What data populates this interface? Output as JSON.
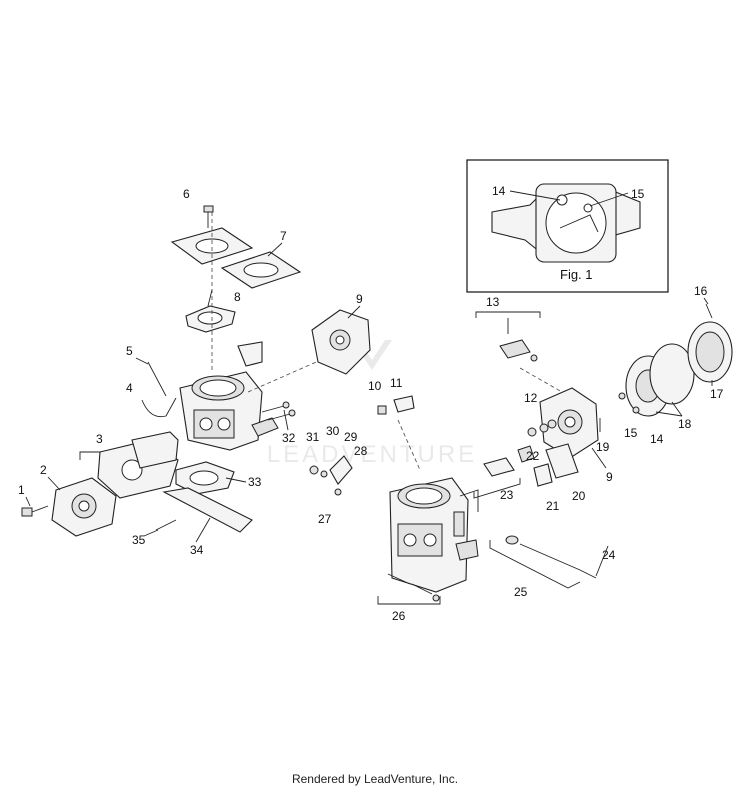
{
  "footer": {
    "credit": "Rendered by LeadVenture, Inc."
  },
  "watermark": {
    "text": "LEADVENTURE"
  },
  "inset": {
    "caption": "Fig. 1",
    "callouts": [
      "14",
      "15"
    ]
  },
  "callouts": [
    {
      "id": "1",
      "text": "1"
    },
    {
      "id": "2",
      "text": "2"
    },
    {
      "id": "3",
      "text": "3"
    },
    {
      "id": "4",
      "text": "4"
    },
    {
      "id": "5",
      "text": "5"
    },
    {
      "id": "6",
      "text": "6"
    },
    {
      "id": "7",
      "text": "7"
    },
    {
      "id": "8",
      "text": "8"
    },
    {
      "id": "9a",
      "text": "9"
    },
    {
      "id": "9b",
      "text": "9"
    },
    {
      "id": "10",
      "text": "10"
    },
    {
      "id": "11",
      "text": "11"
    },
    {
      "id": "12",
      "text": "12"
    },
    {
      "id": "13",
      "text": "13"
    },
    {
      "id": "14",
      "text": "14"
    },
    {
      "id": "15",
      "text": "15"
    },
    {
      "id": "16",
      "text": "16"
    },
    {
      "id": "17",
      "text": "17"
    },
    {
      "id": "18",
      "text": "18"
    },
    {
      "id": "19",
      "text": "19"
    },
    {
      "id": "20",
      "text": "20"
    },
    {
      "id": "21",
      "text": "21"
    },
    {
      "id": "22",
      "text": "22"
    },
    {
      "id": "23",
      "text": "23"
    },
    {
      "id": "24",
      "text": "24"
    },
    {
      "id": "25",
      "text": "25"
    },
    {
      "id": "26",
      "text": "26"
    },
    {
      "id": "27",
      "text": "27"
    },
    {
      "id": "28",
      "text": "28"
    },
    {
      "id": "29",
      "text": "29"
    },
    {
      "id": "30",
      "text": "30"
    },
    {
      "id": "31",
      "text": "31"
    },
    {
      "id": "32",
      "text": "32"
    },
    {
      "id": "33",
      "text": "33"
    },
    {
      "id": "34",
      "text": "34"
    },
    {
      "id": "35",
      "text": "35"
    }
  ]
}
